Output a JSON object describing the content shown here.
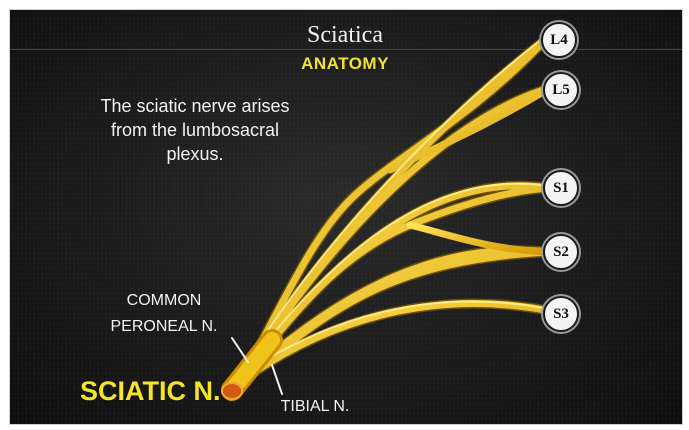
{
  "title": "Sciatica",
  "subtitle": "ANATOMY",
  "description": "The sciatic nerve arises from the lumbosacral plexus.",
  "labels": {
    "common_peroneal": "COMMON PERONEAL N.",
    "sciatic": "SCIATIC N.",
    "tibial": "TIBIAL N."
  },
  "roots": [
    "L4",
    "L5",
    "S1",
    "S2",
    "S3"
  ],
  "colors": {
    "nerve": "#f5c400",
    "nerve_highlight": "#fff27a",
    "nerve_shadow": "#b8860b",
    "subtitle": "#f0e23a",
    "sciatic_label": "#f5e52a",
    "background": "#141414"
  }
}
